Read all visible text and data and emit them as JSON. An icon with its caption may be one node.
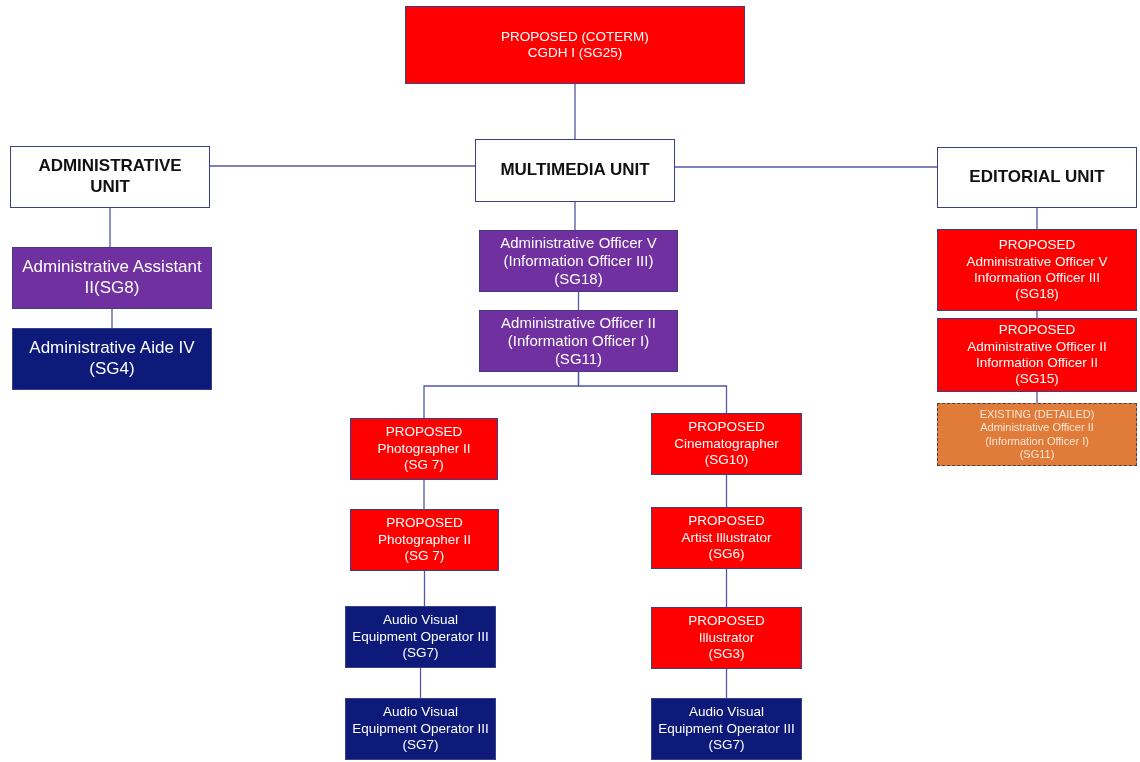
{
  "diagram": {
    "nodes": [
      {
        "text": [
          "PROPOSED (COTERM)",
          "CGDH I (SG25)"
        ]
      },
      {
        "text": [
          "ADMINISTRATIVE UNIT"
        ]
      },
      {
        "text": [
          "MULTIMEDIA UNIT"
        ]
      },
      {
        "text": [
          "EDITORIAL UNIT"
        ]
      },
      {
        "text": [
          "Administrative Assistant II(SG8)"
        ]
      },
      {
        "text": [
          "Administrative Aide IV (SG4)"
        ]
      },
      {
        "text": [
          "Administrative Officer V",
          "(Information Officer III)",
          "(SG18)"
        ]
      },
      {
        "text": [
          "Administrative Officer II",
          "(Information Officer I)",
          "(SG11)"
        ]
      },
      {
        "text": [
          "PROPOSED",
          "Photographer II",
          "(SG 7)"
        ]
      },
      {
        "text": [
          "PROPOSED",
          "Photographer II",
          "(SG 7)"
        ]
      },
      {
        "text": [
          "Audio Visual Equipment Operator III (SG7)"
        ]
      },
      {
        "text": [
          "Audio Visual Equipment Operator III (SG7)"
        ]
      },
      {
        "text": [
          "PROPOSED",
          "Cinematographer",
          "(SG10)"
        ]
      },
      {
        "text": [
          "PROPOSED",
          "Artist Illustrator",
          "(SG6)"
        ]
      },
      {
        "text": [
          "PROPOSED",
          "Illustrator",
          "(SG3)"
        ]
      },
      {
        "text": [
          "Audio Visual Equipment Operator III (SG7)"
        ]
      },
      {
        "text": [
          "PROPOSED",
          "Administrative Officer V",
          "Information Officer III",
          "(SG18)"
        ]
      },
      {
        "text": [
          "PROPOSED",
          "Administrative Officer II",
          "Information Officer II",
          "(SG15)"
        ]
      },
      {
        "text": [
          "EXISTING (DETAILED)",
          "Administrative Officer  II",
          "(Information Officer I)",
          "(SG11)"
        ]
      }
    ],
    "edges": [
      {
        "from": 0,
        "to": 2,
        "arrow": "none"
      },
      {
        "from": 2,
        "to": 1,
        "arrow": "none"
      },
      {
        "from": 2,
        "to": 3,
        "arrow": "none"
      },
      {
        "from": 1,
        "to": 4,
        "arrow": "none"
      },
      {
        "from": 4,
        "to": 5,
        "arrow": "none"
      },
      {
        "from": 2,
        "to": 6,
        "arrow": "none"
      },
      {
        "from": 6,
        "to": 7,
        "arrow": "none"
      },
      {
        "from": 7,
        "to": 8,
        "arrow": "none"
      },
      {
        "from": 7,
        "to": 12,
        "arrow": "none"
      },
      {
        "from": 8,
        "to": 9,
        "arrow": "none"
      },
      {
        "from": 9,
        "to": 10,
        "arrow": "none"
      },
      {
        "from": 10,
        "to": 11,
        "arrow": "none"
      },
      {
        "from": 12,
        "to": 13,
        "arrow": "none"
      },
      {
        "from": 13,
        "to": 14,
        "arrow": "none"
      },
      {
        "from": 14,
        "to": 15,
        "arrow": "none"
      },
      {
        "from": 3,
        "to": 16,
        "arrow": "none"
      },
      {
        "from": 16,
        "to": 17,
        "arrow": "none"
      },
      {
        "from": 17,
        "to": 18,
        "arrow": "none"
      }
    ]
  }
}
